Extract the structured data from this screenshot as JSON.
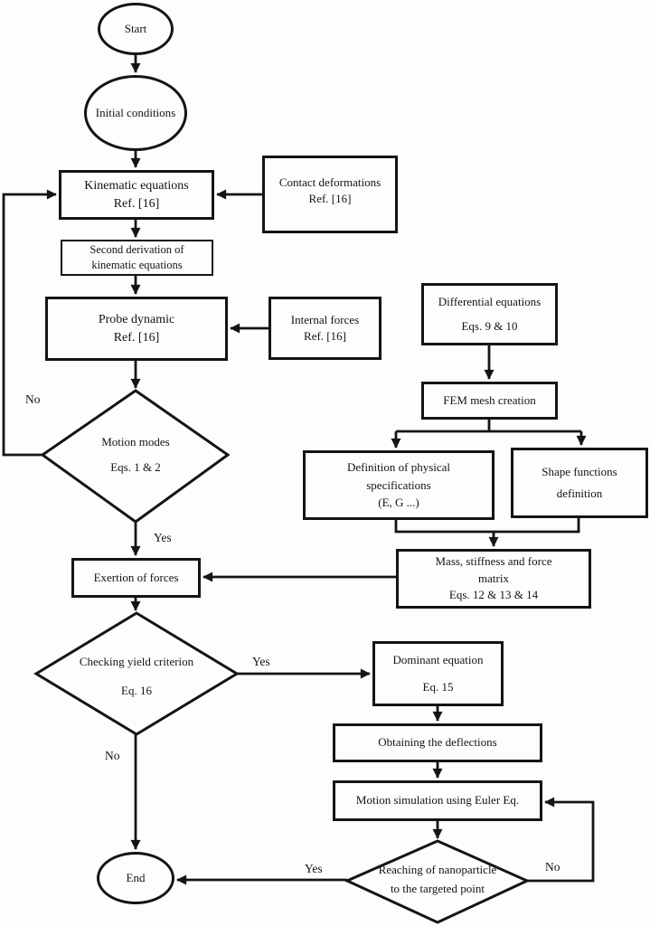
{
  "figure": {
    "type": "flowchart",
    "colors": {
      "stroke": "#141414",
      "background": "#fdfdfd",
      "text": "#141414"
    }
  },
  "nodes": {
    "start": {
      "shape": "ellipse",
      "lines": [
        "Start"
      ]
    },
    "initial_conditions": {
      "shape": "ellipse",
      "lines": [
        "Initial conditions"
      ]
    },
    "kinematic_equations": {
      "shape": "rect",
      "lines": [
        "Kinematic equations",
        "Ref. [16]"
      ]
    },
    "contact_deformations": {
      "shape": "rect",
      "lines": [
        "Contact deformations",
        "Ref. [16]"
      ]
    },
    "second_derivation": {
      "shape": "rect",
      "lines": [
        "Second derivation of",
        "kinematic equations"
      ]
    },
    "probe_dynamic": {
      "shape": "rect",
      "lines": [
        "Probe dynamic",
        "Ref. [16]"
      ]
    },
    "internal_forces": {
      "shape": "rect",
      "lines": [
        "Internal forces",
        "Ref. [16]"
      ]
    },
    "differential_equations": {
      "shape": "rect",
      "lines": [
        "Differential equations",
        "Eqs. 9 & 10"
      ]
    },
    "fem_mesh_creation": {
      "shape": "rect",
      "lines": [
        "FEM mesh creation"
      ]
    },
    "motion_modes": {
      "shape": "diamond",
      "lines": [
        "Motion modes",
        "Eqs. 1 & 2"
      ]
    },
    "definition_physical": {
      "shape": "rect",
      "lines": [
        "Definition of physical",
        "specifications",
        "(E, G ...)"
      ]
    },
    "shape_functions": {
      "shape": "rect",
      "lines": [
        "Shape functions",
        "definition"
      ]
    },
    "exertion_of_forces": {
      "shape": "rect",
      "lines": [
        "Exertion of forces"
      ]
    },
    "mass_stiffness_matrix": {
      "shape": "rect",
      "lines": [
        "Mass, stiffness and force",
        "matrix",
        "Eqs. 12 & 13 & 14"
      ]
    },
    "checking_yield": {
      "shape": "diamond",
      "lines": [
        "Checking yield criterion",
        "Eq. 16"
      ]
    },
    "dominant_equation": {
      "shape": "rect",
      "lines": [
        "Dominant equation",
        "Eq. 15"
      ]
    },
    "obtaining_deflections": {
      "shape": "rect",
      "lines": [
        "Obtaining the deflections"
      ]
    },
    "motion_simulation": {
      "shape": "rect",
      "lines": [
        "Motion simulation using Euler Eq."
      ]
    },
    "reaching_nanoparticle": {
      "shape": "diamond",
      "lines": [
        "Reaching of nanoparticle",
        "to the targeted point"
      ]
    },
    "end": {
      "shape": "ellipse",
      "lines": [
        "End"
      ]
    }
  },
  "edge_labels": {
    "motion_no": "No",
    "motion_yes": "Yes",
    "yield_yes": "Yes",
    "yield_no": "No",
    "reaching_yes": "Yes",
    "reaching_no": "No"
  }
}
